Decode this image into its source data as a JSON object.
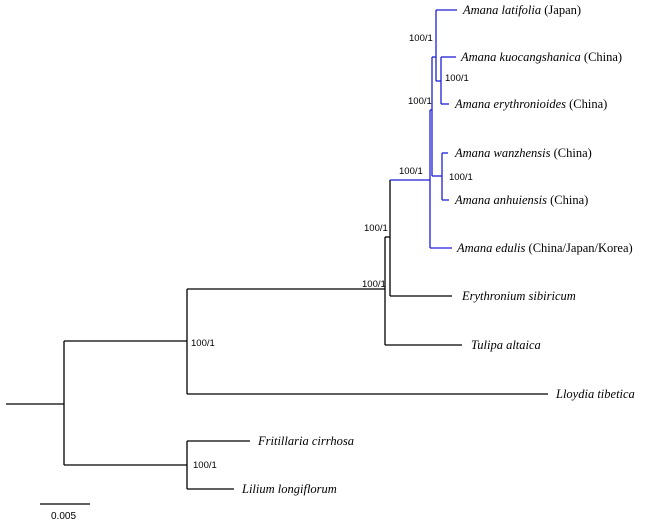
{
  "colors": {
    "black": "#000000",
    "blue": "#1f1fd6"
  },
  "taxa": [
    {
      "id": "latifolia",
      "genus_species": "Amana latifolia",
      "region": " (Japan)"
    },
    {
      "id": "kuocangshanica",
      "genus_species": "Amana kuocangshanica",
      "region": " (China)"
    },
    {
      "id": "erythronioides",
      "genus_species": "Amana erythronioides",
      "region": " (China)"
    },
    {
      "id": "wanzhensis",
      "genus_species": "Amana wanzhensis",
      "region": " (China)"
    },
    {
      "id": "anhuiensis",
      "genus_species": "Amana anhuiensis",
      "region": " (China)"
    },
    {
      "id": "edulis",
      "genus_species": "Amana edulis",
      "region": " (China/Japan/Korea)"
    },
    {
      "id": "erythronium",
      "genus_species": "Erythronium sibiricum",
      "region": ""
    },
    {
      "id": "tulipa",
      "genus_species": "Tulipa altaica",
      "region": ""
    },
    {
      "id": "lloydia",
      "genus_species": "Lloydia tibetica",
      "region": ""
    },
    {
      "id": "fritillaria",
      "genus_species": "Fritillaria cirrhosa",
      "region": ""
    },
    {
      "id": "lilium",
      "genus_species": "Lilium longiflorum",
      "region": ""
    }
  ],
  "support_values": [
    {
      "id": "s1",
      "text": "100/1"
    },
    {
      "id": "s2",
      "text": "100/1"
    },
    {
      "id": "s3",
      "text": "100/1"
    },
    {
      "id": "s4",
      "text": "100/1"
    },
    {
      "id": "s5",
      "text": "100/1"
    },
    {
      "id": "s6",
      "text": "100/1"
    },
    {
      "id": "s7",
      "text": "100/1"
    },
    {
      "id": "s8",
      "text": "100/1"
    },
    {
      "id": "s9",
      "text": "100/1"
    }
  ],
  "scale_bar": {
    "label": "0.005"
  }
}
